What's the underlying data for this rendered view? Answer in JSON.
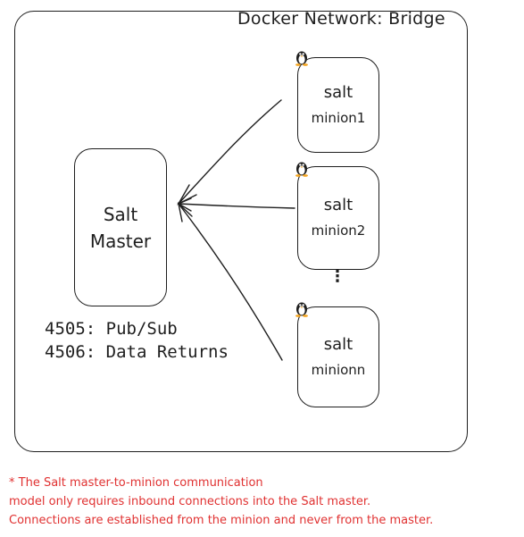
{
  "network": {
    "title": "Docker Network: Bridge"
  },
  "master": {
    "line1": "Salt",
    "line2": "Master"
  },
  "ports": {
    "pubsub": "4505: Pub/Sub",
    "returns": "4506: Data Returns"
  },
  "minions": [
    {
      "line1": "salt",
      "line2": "minion1"
    },
    {
      "line1": "salt",
      "line2": "minion2"
    },
    {
      "line1": "salt",
      "line2": "minionn"
    }
  ],
  "ellipsis": "⋮",
  "note": {
    "line1": "* The Salt master-to-minion communication",
    "line2": "model only requires inbound connections into the Salt master.",
    "line3": "Connections are established from the minion and never from the master."
  },
  "colors": {
    "stroke": "#1e1e1e",
    "note": "#e03131",
    "tux_accent": "#f5a623"
  },
  "icons": {
    "minion_badge": "linux-tux-icon"
  }
}
